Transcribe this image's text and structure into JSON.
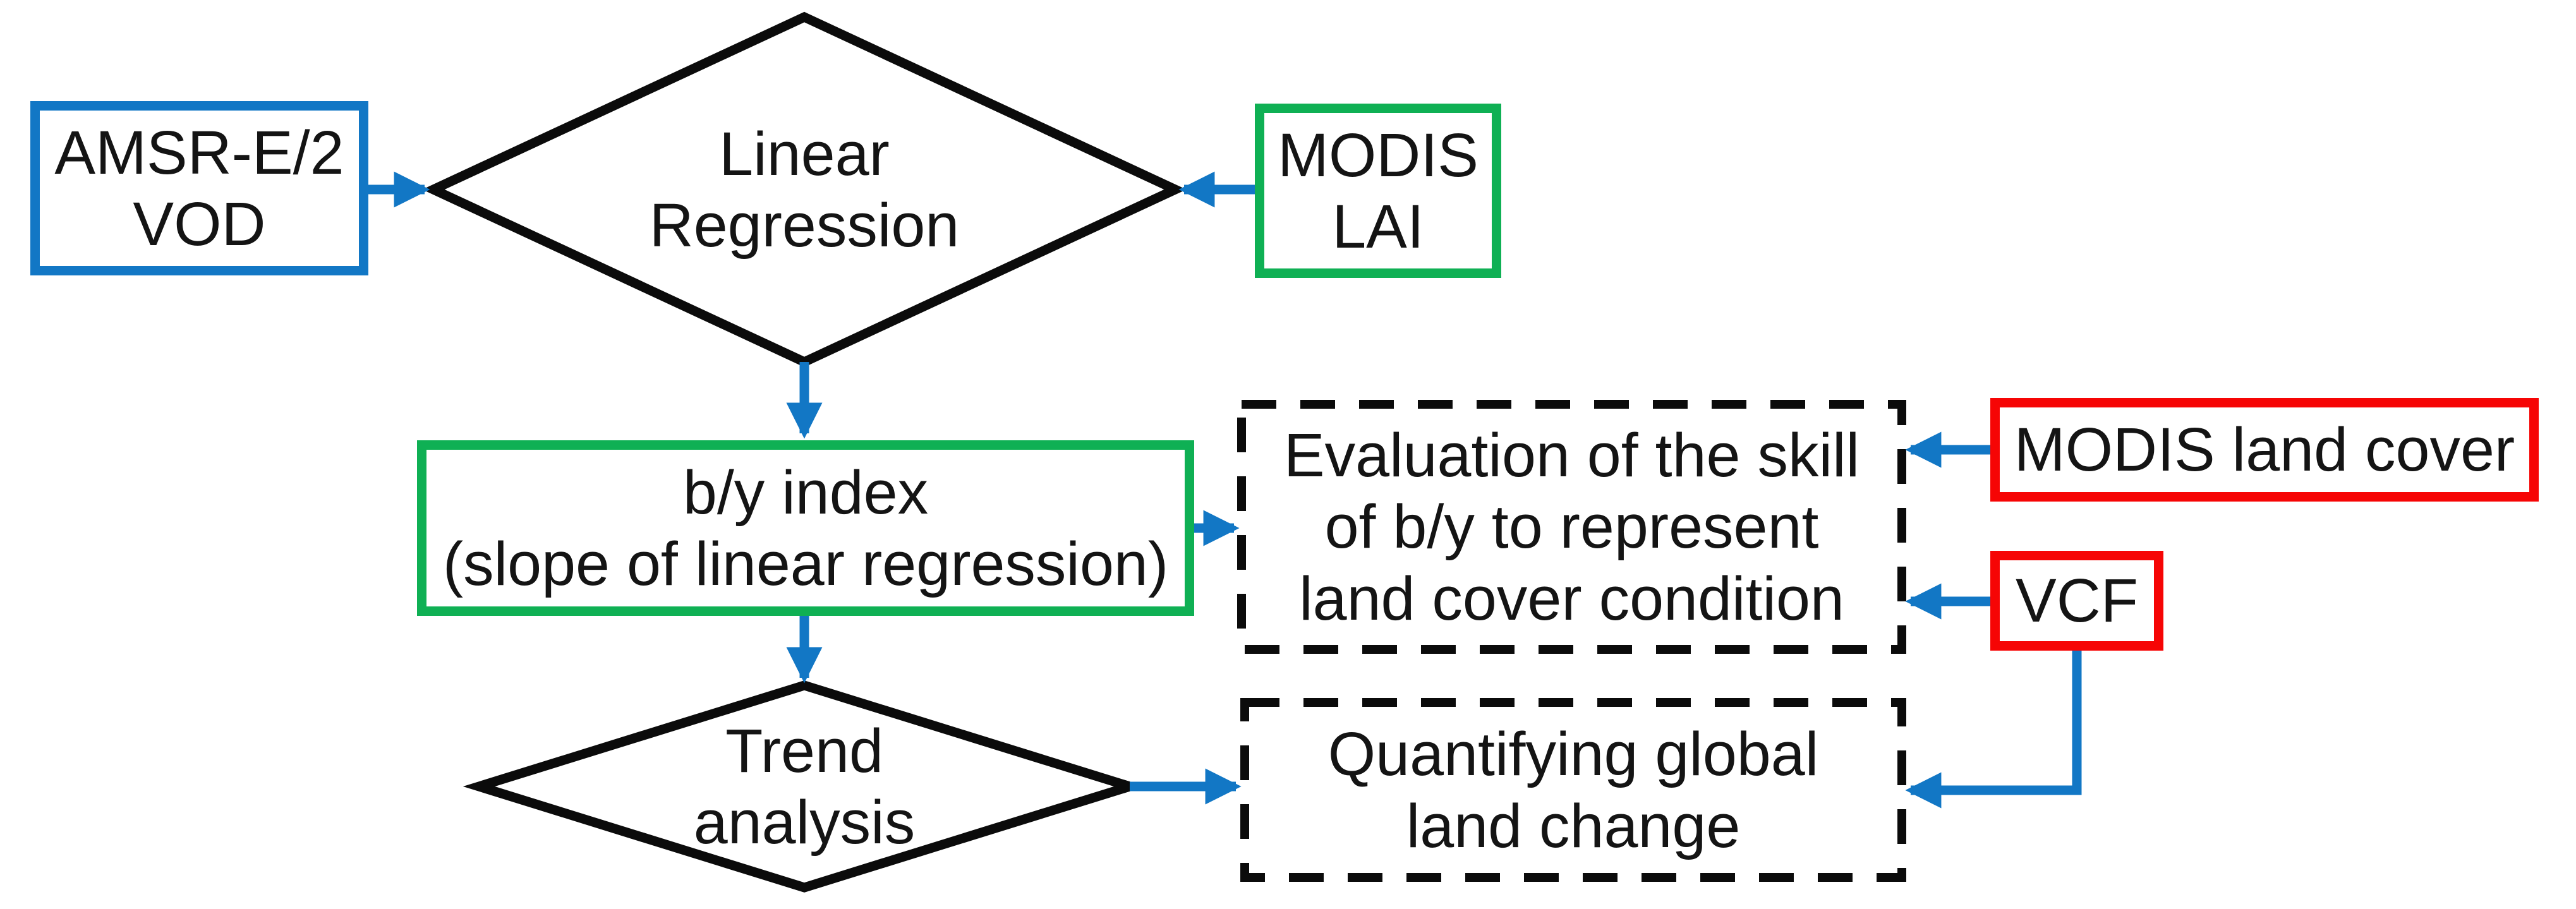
{
  "figure": {
    "type": "flowchart",
    "background": "#FFFFFF",
    "colors": {
      "arrow_blue": "#1277C5",
      "box_blue": "#1277C5",
      "box_green": "#0FB054",
      "box_red": "#F60505",
      "outline_black": "#0B0B0B",
      "text": "#141414"
    },
    "nodes": {
      "amsr_vod": {
        "label": "AMSR-E/2\nVOD",
        "shape": "rectangle",
        "border_color": "#1277C5"
      },
      "linear_regression": {
        "label": "Linear\nRegression",
        "shape": "diamond",
        "border_color": "#0B0B0B"
      },
      "modis_lai": {
        "label": "MODIS\nLAI",
        "shape": "rectangle",
        "border_color": "#0FB054"
      },
      "by_index": {
        "label": "b/y index\n(slope of linear regression)",
        "shape": "rectangle",
        "border_color": "#0FB054"
      },
      "evaluation": {
        "label": "Evaluation of the skill\nof b/y to represent\nland cover condition",
        "shape": "dashed-rectangle",
        "border_color": "#0B0B0B"
      },
      "modis_land_cover": {
        "label": "MODIS land cover",
        "shape": "rectangle",
        "border_color": "#F60505"
      },
      "vcf": {
        "label": "VCF",
        "shape": "rectangle",
        "border_color": "#F60505"
      },
      "trend_analysis": {
        "label": "Trend\nanalysis",
        "shape": "diamond",
        "border_color": "#0B0B0B"
      },
      "quantifying": {
        "label": "Quantifying global\nland change",
        "shape": "dashed-rectangle",
        "border_color": "#0B0B0B"
      }
    },
    "edges": [
      {
        "from": "amsr_vod",
        "to": "linear_regression"
      },
      {
        "from": "modis_lai",
        "to": "linear_regression"
      },
      {
        "from": "linear_regression",
        "to": "by_index"
      },
      {
        "from": "by_index",
        "to": "evaluation"
      },
      {
        "from": "modis_land_cover",
        "to": "evaluation"
      },
      {
        "from": "vcf",
        "to": "evaluation"
      },
      {
        "from": "by_index",
        "to": "trend_analysis"
      },
      {
        "from": "trend_analysis",
        "to": "quantifying"
      },
      {
        "from": "vcf",
        "to": "quantifying"
      }
    ]
  }
}
